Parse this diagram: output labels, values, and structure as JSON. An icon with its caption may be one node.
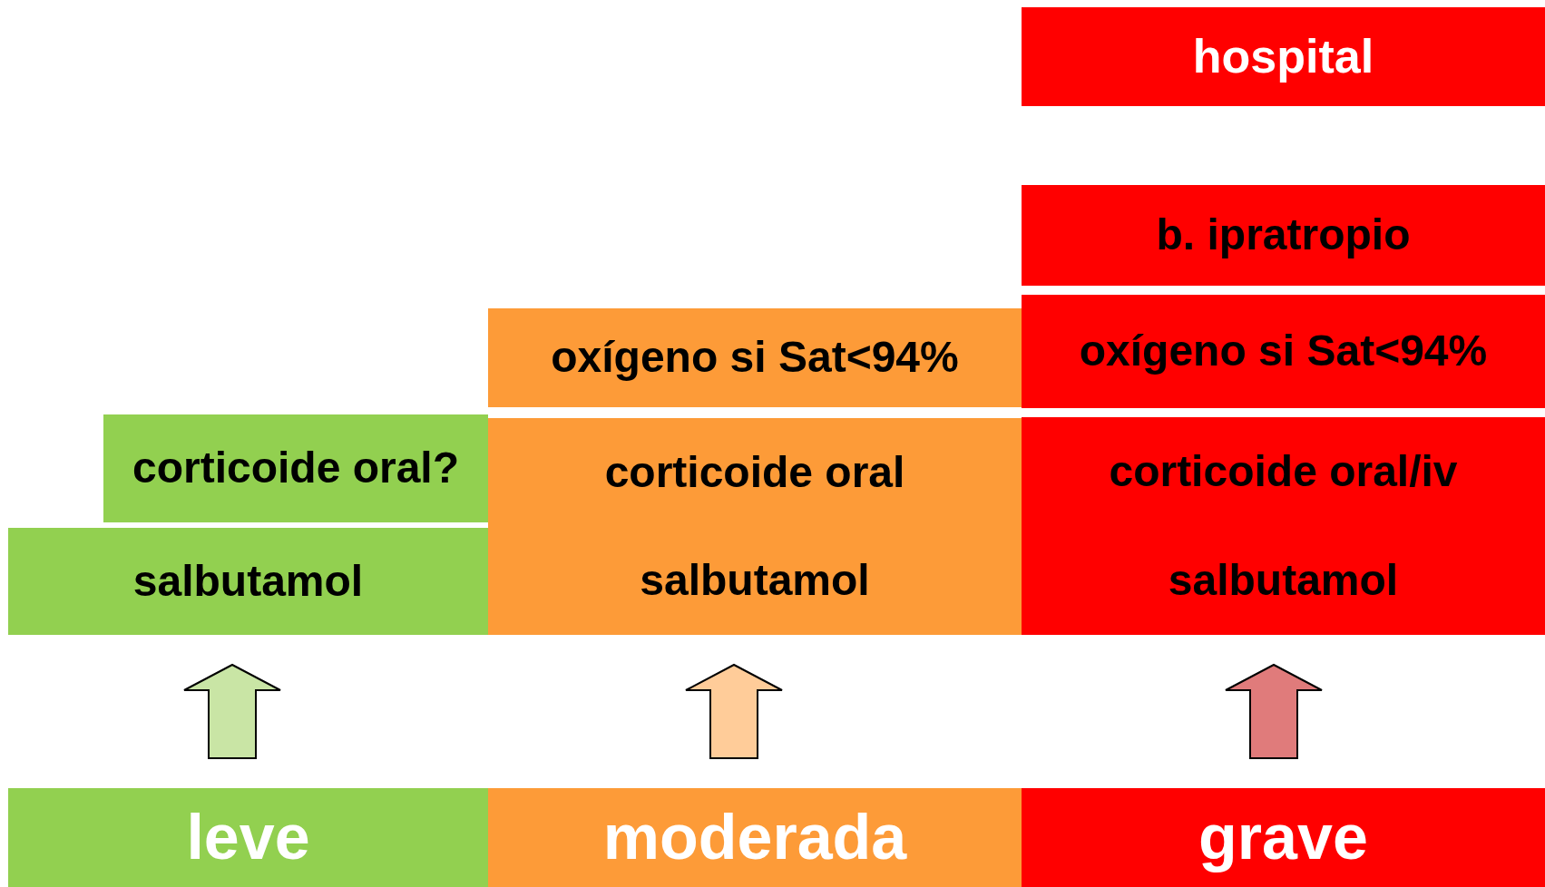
{
  "diagram": {
    "nodes": [
      {
        "text": [
          "hospital"
        ]
      },
      {
        "text": [
          "b. ipratropio"
        ]
      },
      {
        "text": [
          "oxígeno si Sat<94%"
        ]
      },
      {
        "text": [
          "oxígeno si Sat<94%"
        ]
      },
      {
        "text": [
          "corticoide oral?"
        ]
      },
      {
        "text": [
          "corticoide oral"
        ]
      },
      {
        "text": [
          "corticoide oral/iv"
        ]
      },
      {
        "text": [
          "salbutamol"
        ]
      },
      {
        "text": [
          "salbutamol"
        ]
      },
      {
        "text": [
          "salbutamol"
        ]
      },
      {
        "text": [
          "leve"
        ]
      },
      {
        "text": [
          "moderada"
        ]
      },
      {
        "text": [
          "grave"
        ]
      }
    ],
    "edges": [
      {
        "from": 10,
        "to": 7,
        "arrow": "to",
        "color": "#c9e5a5"
      },
      {
        "from": 11,
        "to": 8,
        "arrow": "to",
        "color": "#ffcc99"
      },
      {
        "from": 12,
        "to": 9,
        "arrow": "to",
        "color": "#e07b7b"
      }
    ]
  }
}
